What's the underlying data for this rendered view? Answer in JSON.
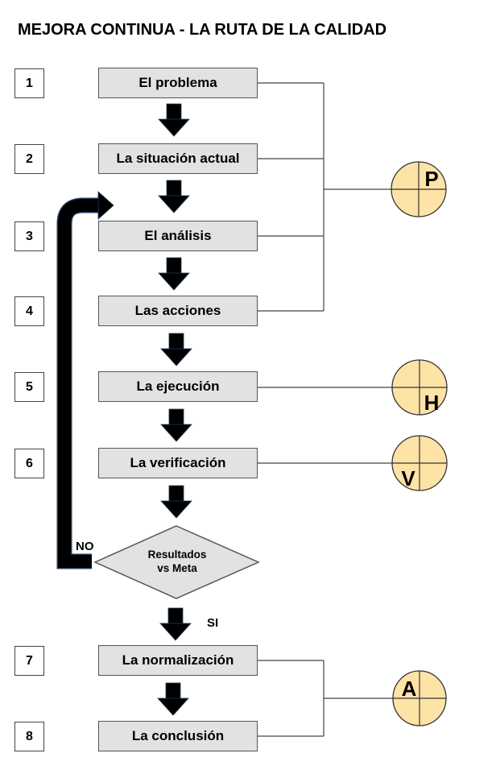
{
  "title": "MEJORA CONTINUA - LA RUTA DE LA CALIDAD",
  "steps": [
    {
      "number": "1",
      "label": "El problema"
    },
    {
      "number": "2",
      "label": "La situación actual"
    },
    {
      "number": "3",
      "label": "El análisis"
    },
    {
      "number": "4",
      "label": "Las acciones"
    },
    {
      "number": "5",
      "label": "La ejecución"
    },
    {
      "number": "6",
      "label": "La verificación"
    },
    {
      "number": "7",
      "label": "La normalización"
    },
    {
      "number": "8",
      "label": "La conclusión"
    }
  ],
  "decision": {
    "line1": "Resultados",
    "line2": "vs Meta",
    "no_label": "NO",
    "yes_label": "SI"
  },
  "phases": [
    {
      "letter": "P",
      "name": "plan-phase",
      "steps": [
        "1",
        "2",
        "3",
        "4"
      ],
      "quadrant": "top-right"
    },
    {
      "letter": "H",
      "name": "do-phase",
      "steps": [
        "5"
      ],
      "quadrant": "bottom-right"
    },
    {
      "letter": "V",
      "name": "check-phase",
      "steps": [
        "6"
      ],
      "quadrant": "bottom-left"
    },
    {
      "letter": "A",
      "name": "act-phase",
      "steps": [
        "7",
        "8"
      ],
      "quadrant": "top-left"
    }
  ],
  "colors": {
    "step_fill": "#e2e2e2",
    "phase_fill": "#fde3a6",
    "arrow": "#000000",
    "line": "#444444"
  }
}
